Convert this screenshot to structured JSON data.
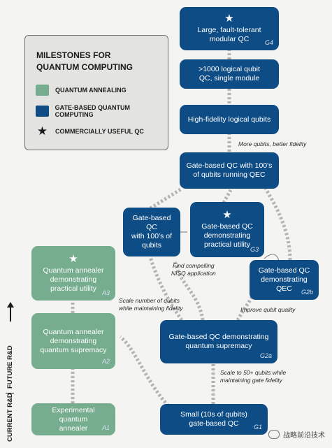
{
  "legend": {
    "title": "MILESTONES FOR\nQUANTUM COMPUTING",
    "items": [
      {
        "label": "QUANTUM ANNEALING",
        "color": "#76ad8e"
      },
      {
        "label": "GATE-BASED QUANTUM COMPUTING",
        "color": "#0e4c86"
      },
      {
        "label": "COMMERCIALLY USEFUL QC",
        "icon": "star-icon"
      }
    ]
  },
  "nodes": {
    "g4": {
      "title": "Large, fault-tolerant\nmodular QC",
      "code": "G4",
      "star": true
    },
    "logical_1000": {
      "title": ">1000 logical qubit\nQC, single module"
    },
    "hf_logical": {
      "title": "High-fidelity logical qubits"
    },
    "qec100": {
      "title": "Gate-based QC with 100's\nof qubits running QEC"
    },
    "gb100": {
      "title": "Gate-based QC\nwith 100's of\nqubits"
    },
    "g3": {
      "title": "Gate-based QC\ndemonstrating\npractical utility",
      "code": "G3",
      "star": true
    },
    "g2b": {
      "title": "Gate-based QC\ndemonstrating\nQEC",
      "code": "G2b"
    },
    "a3": {
      "title": "Quantum annealer\ndemonstrating\npractical utility",
      "code": "A3",
      "star": true
    },
    "a2": {
      "title": "Quantum annealer\ndemonstrating\nquantum supremacy",
      "code": "A2"
    },
    "g2a": {
      "title": "Gate-based QC demonstrating\nquantum supremacy",
      "code": "G2a"
    },
    "a1": {
      "title": "Experimental quantum\nannealer",
      "code": "A1"
    },
    "g1": {
      "title": "Small (10s of qubits)\ngate-based QC",
      "code": "G1"
    }
  },
  "notes": {
    "more_qubits": "More qubits, better fidelity",
    "find_nisq": "Find compelling\nNISQ application",
    "scale_number": "Scale number  of qubits\nwhile maintaining fidelity",
    "improve_quality": "Improve qubit quality",
    "scale_50": "Scale to 50+ qubits while\nmaintaining gate fidelity"
  },
  "side_labels": {
    "future": "FUTURE R&D",
    "current": "CURRENT R&D"
  },
  "watermark": "战略前沿技术"
}
